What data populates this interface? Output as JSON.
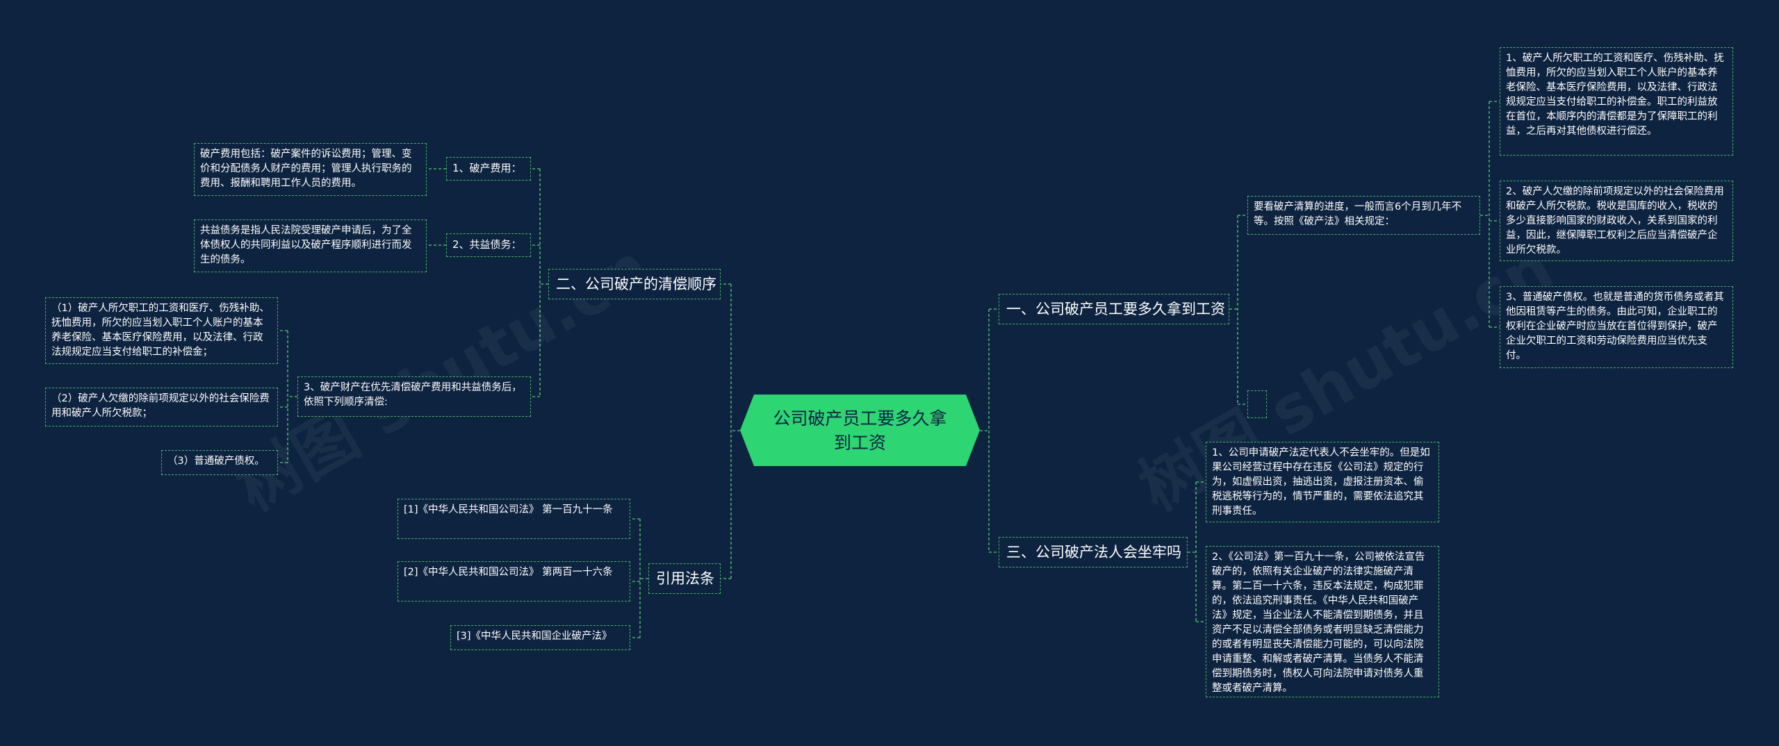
{
  "root": "公司破产员工要多久拿到工资",
  "branches": {
    "b1": "一、公司破产员工要多久拿到工资",
    "b2": "二、公司破产的清偿顺序",
    "b3": "三、公司破产法人会坐牢吗",
    "b4": "引用法条"
  },
  "b1": {
    "intro": "要看破产清算的进度，一般而言6个月到几年不等。按照《破产法》相关规定：",
    "items": [
      "1、破产人所欠职工的工资和医疗、伤残补助、抚恤费用，所欠的应当划入职工个人账户的基本养老保险、基本医疗保险费用，以及法律、行政法规规定应当支付给职工的补偿金。职工的利益放在首位，本顺序内的清偿都是为了保障职工的利益，之后再对其他债权进行偿还。",
      "2、破产人欠缴的除前项规定以外的社会保险费用和破产人所欠税款。税收是国库的收入，税收的多少直接影响国家的财政收入，关系到国家的利益，因此，继保障职工权利之后应当清偿破产企业所欠税款。",
      "3、普通破产债权。也就是普通的货币债务或者其他因租赁等产生的债务。由此可知，企业职工的权利在企业破产时应当放在首位得到保护，破产企业欠职工的工资和劳动保险费用应当优先支付。"
    ]
  },
  "b2": {
    "c1": {
      "label": "1、破产费用：",
      "detail": "破产费用包括：破产案件的诉讼费用；管理、变价和分配债务人财产的费用；管理人执行职务的费用、报酬和聘用工作人员的费用。"
    },
    "c2": {
      "label": "2、共益债务：",
      "detail": "共益债务是指人民法院受理破产申请后，为了全体债权人的共同利益以及破产程序顺利进行而发生的债务。"
    },
    "c3": {
      "label": "3、破产财产在优先清偿破产费用和共益债务后，依照下列顺序清偿:",
      "items": [
        "（1）破产人所欠职工的工资和医疗、伤残补助、抚恤费用，所欠的应当划入职工个人账户的基本养老保险、基本医疗保险费用，以及法律、行政法规规定应当支付给职工的补偿金；",
        "（2）破产人欠缴的除前项规定以外的社会保险费用和破产人所欠税款；",
        "（3）普通破产债权。"
      ]
    }
  },
  "b3": {
    "items": [
      "1、公司申请破产法定代表人不会坐牢的。但是如果公司经营过程中存在违反《公司法》规定的行为，如虚假出资，抽逃出资，虚报注册资本、偷税逃税等行为的，情节严重的，需要依法追究其刑事责任。",
      "2、《公司法》第一百九十一条，公司被依法宣告破产的，依照有关企业破产的法律实施破产清算。第二百一十六条，违反本法规定，构成犯罪的，依法追究刑事责任。《中华人民共和国破产法》规定，当企业法人不能清偿到期债务，并且资产不足以清偿全部债务或者明显缺乏清偿能力的或者有明显丧失清偿能力可能的，可以向法院申请重整、和解或者破产清算。当债务人不能清偿到期债务时，债权人可向法院申请对债务人重整或者破产清算。"
    ]
  },
  "b4": {
    "items": [
      "[1]《中华人民共和国公司法》 第一百九十一条",
      "[2]《中华人民共和国公司法》 第两百一十六条",
      "[3]《中华人民共和国企业破产法》"
    ]
  },
  "watermarks": [
    "树图 shutu.cn",
    "树图 shutu.cn"
  ],
  "colors": {
    "background": "#0d2340",
    "root": "#2ed573",
    "line": "#4caf6a",
    "text": "#ffffff"
  }
}
